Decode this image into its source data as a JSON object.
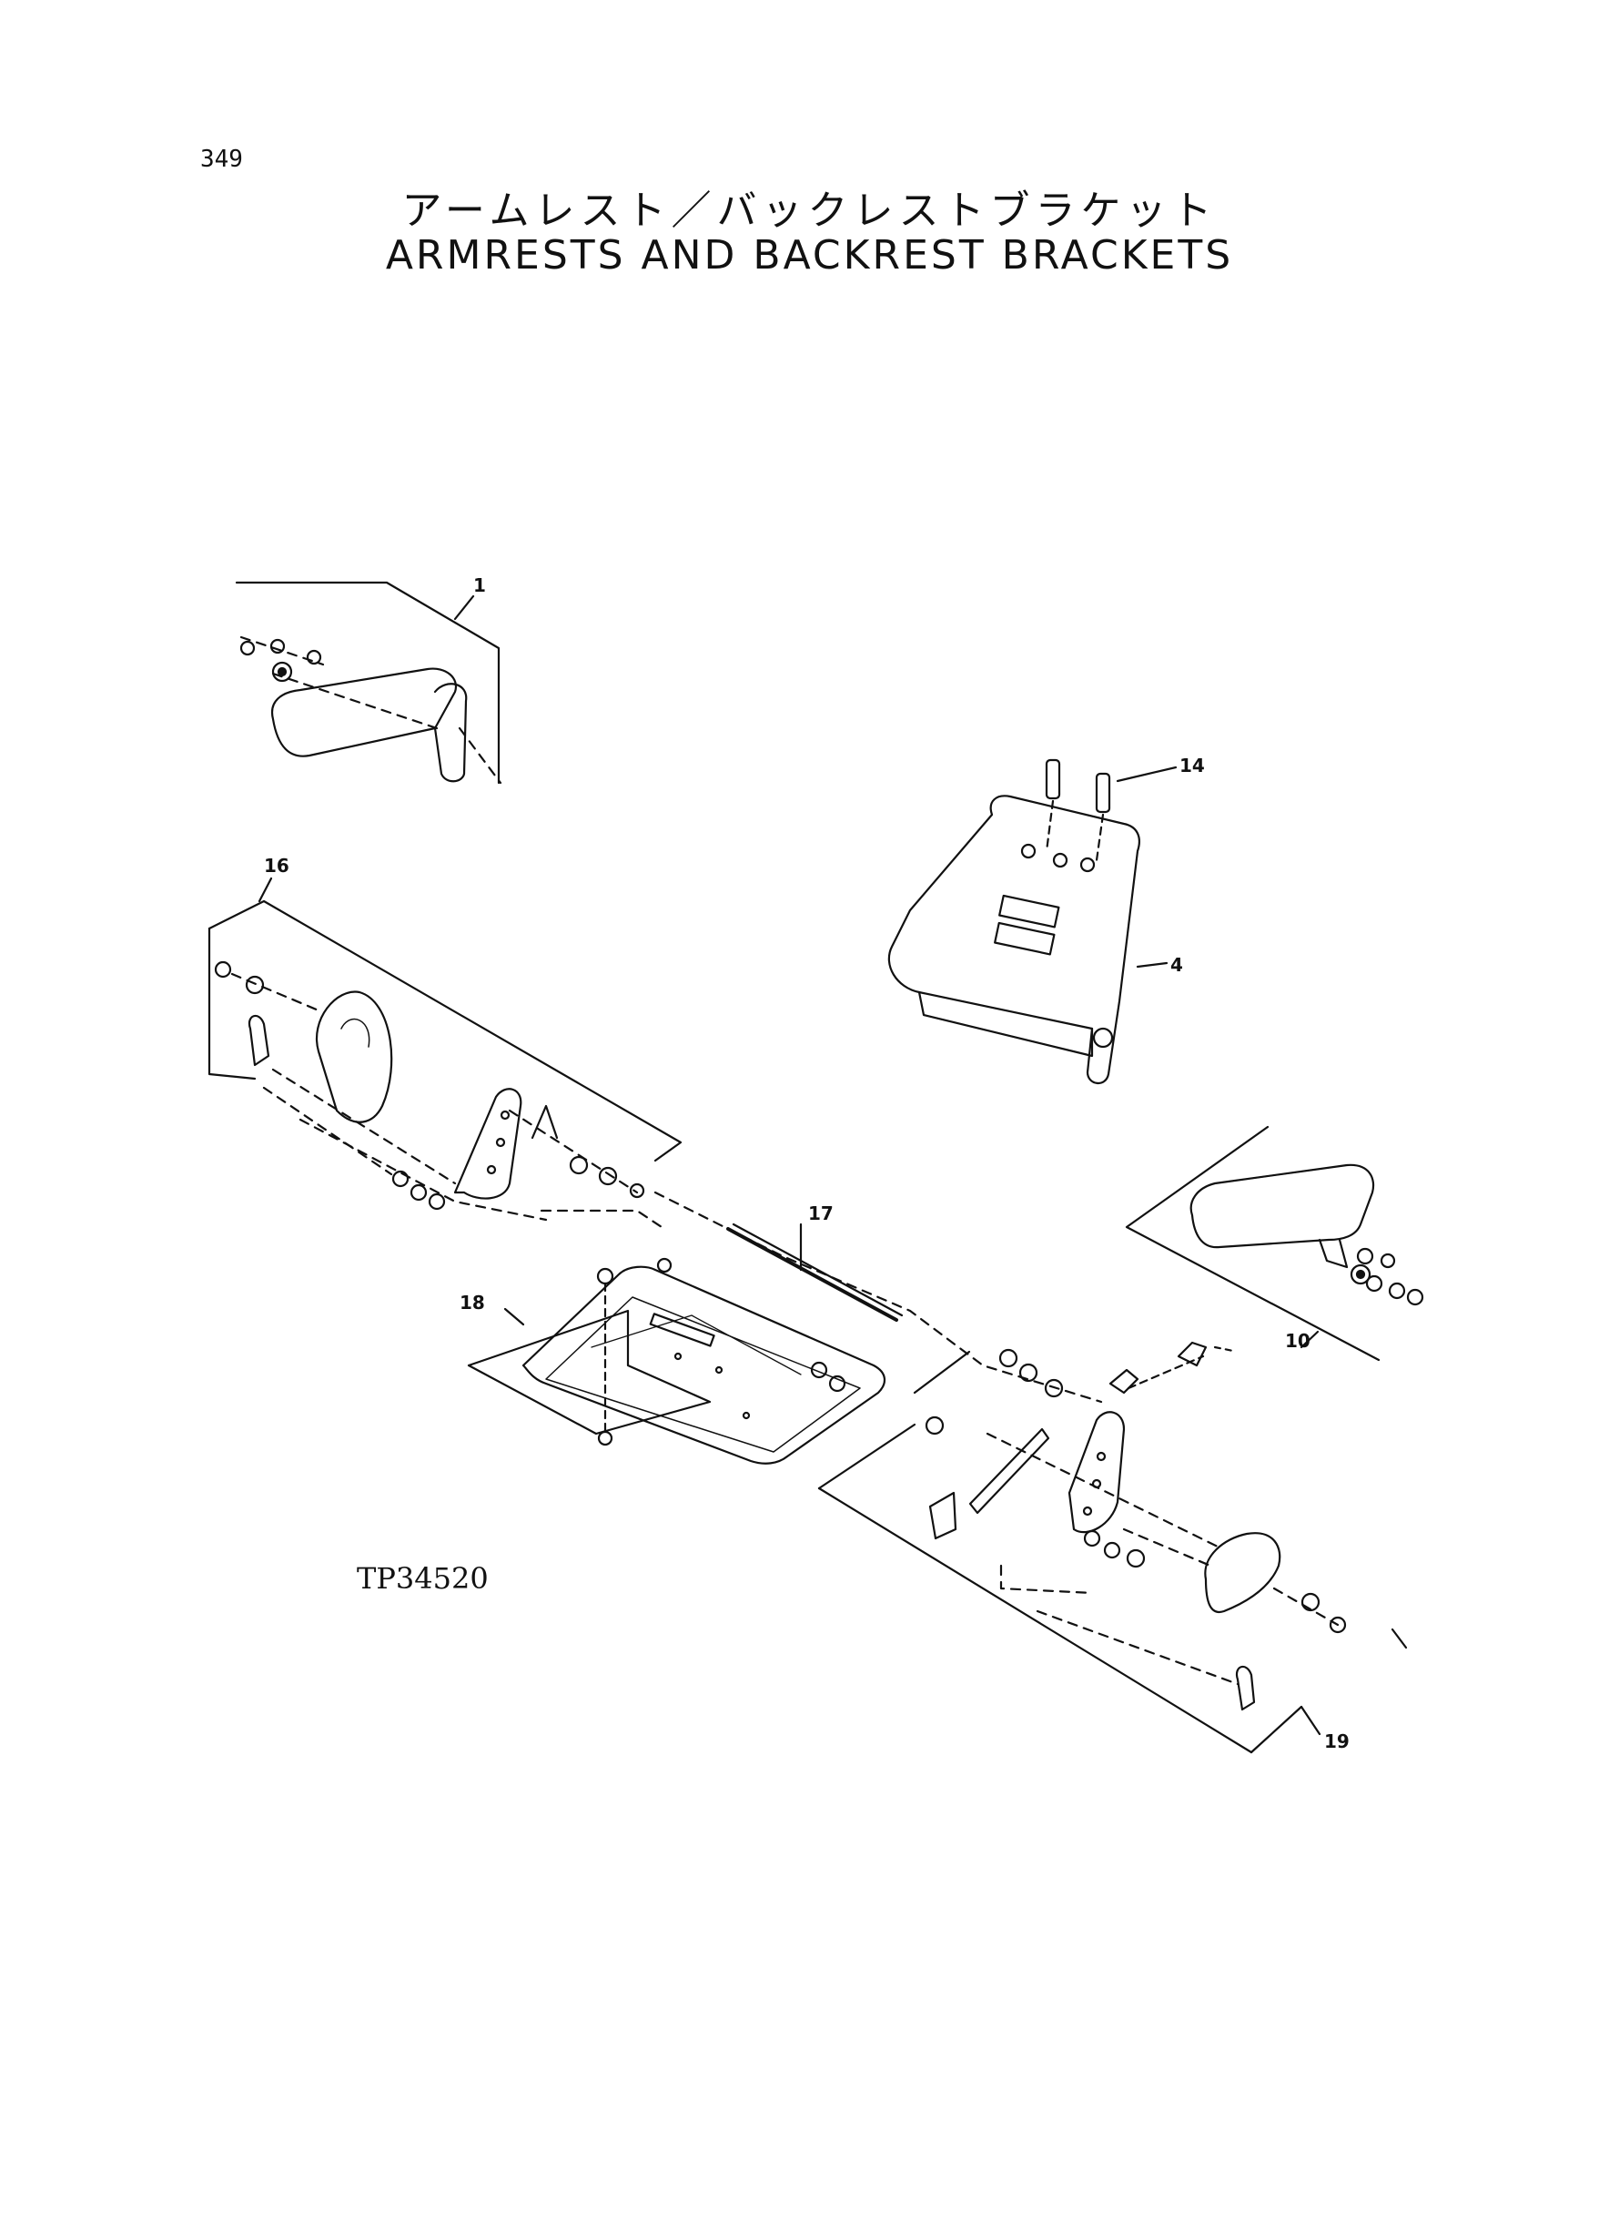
{
  "page_number": "349",
  "title_jp": "アームレスト／バックレストブラケット",
  "title_en": "ARMRESTS AND BACKREST BRACKETS",
  "drawing_code": "TP34520",
  "callouts": {
    "c1": "1",
    "c4": "4",
    "c10": "10",
    "c14": "14",
    "c16": "16",
    "c17": "17",
    "c18": "18",
    "c19": "19"
  }
}
